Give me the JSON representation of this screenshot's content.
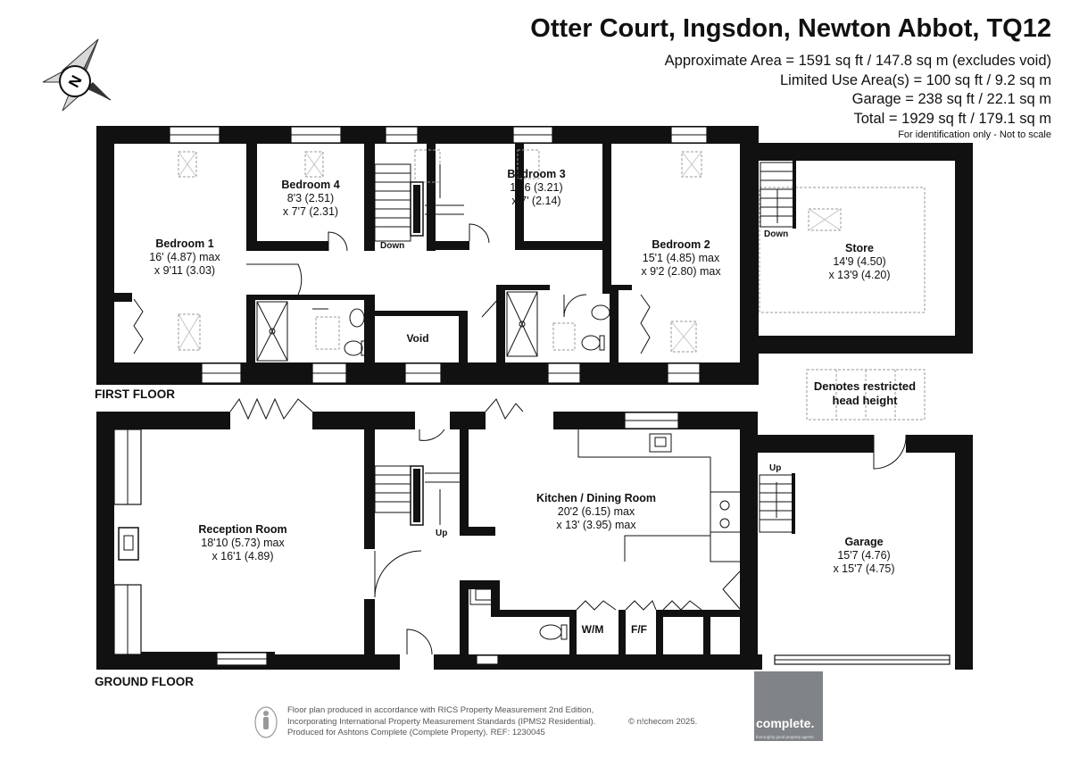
{
  "header": {
    "title": "Otter Court, Ingsdon, Newton Abbot, TQ12",
    "area_lines": [
      "Approximate Area = 1591 sq ft / 147.8 sq m (excludes void)",
      "Limited Use Area(s) = 100 sq ft / 9.2 sq m",
      "Garage = 238 sq ft / 22.1 sq m",
      "Total = 1929 sq ft / 179.1 sq m"
    ],
    "scale_note": "For identification only - Not to scale"
  },
  "compass": {
    "letter": "N"
  },
  "floors": {
    "first": "FIRST FLOOR",
    "ground": "GROUND FLOOR"
  },
  "first_floor_rooms": {
    "bedroom1": {
      "name": "Bedroom 1",
      "dim1": "16' (4.87) max",
      "dim2": "x 9'11 (3.03)"
    },
    "bedroom4": {
      "name": "Bedroom 4",
      "dim1": "8'3 (2.51)",
      "dim2": "x 7'7 (2.31)"
    },
    "bedroom3": {
      "name": "Bedroom 3",
      "dim1": "10'6 (3.21)",
      "dim2": "x 7' (2.14)"
    },
    "bedroom2": {
      "name": "Bedroom 2",
      "dim1": "15'1 (4.85) max",
      "dim2": "x 9'2 (2.80) max"
    },
    "store": {
      "name": "Store",
      "dim1": "14'9 (4.50)",
      "dim2": "x 13'9 (4.20)"
    }
  },
  "ground_floor_rooms": {
    "reception": {
      "name": "Reception Room",
      "dim1": "18'10 (5.73) max",
      "dim2": "x 16'1 (4.89)"
    },
    "kitchen": {
      "name": "Kitchen / Dining Room",
      "dim1": "20'2 (6.15) max",
      "dim2": "x 13' (3.95) max"
    },
    "garage": {
      "name": "Garage",
      "dim1": "15'7 (4.76)",
      "dim2": "x 15'7 (4.75)"
    }
  },
  "labels": {
    "void": "Void",
    "down_stairs": "Down",
    "down_store": "Down",
    "up_stairs": "Up",
    "up_garage": "Up",
    "wm": "W/M",
    "ff": "F/F"
  },
  "legend": {
    "line1": "Denotes restricted",
    "line2": "head height"
  },
  "footer": {
    "lines": [
      "Floor plan produced in accordance with RICS Property Measurement 2nd Edition,",
      "Incorporating International Property Measurement Standards (IPMS2 Residential).",
      "Produced for Ashtons Complete (Complete Property).   REF:  1230045"
    ],
    "copyright": "© n!checom 2025."
  },
  "logo": {
    "brand": "complete.",
    "tagline": "thoroughly good property agents"
  }
}
